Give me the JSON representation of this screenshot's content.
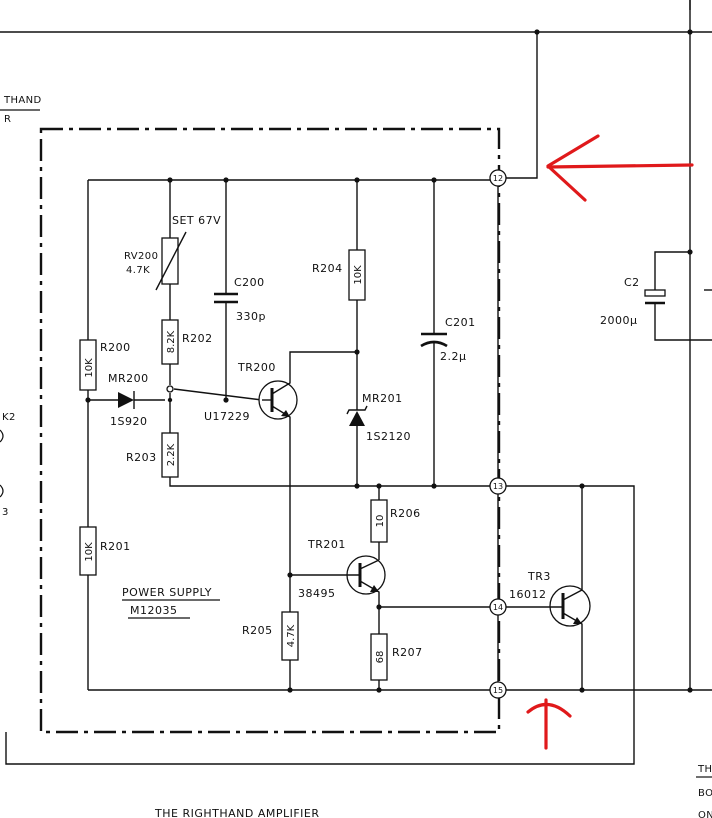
{
  "diagram": {
    "caption": "THE RIGHTHAND AMPLIFIER",
    "block_label": [
      "POWER SUPPLY",
      "M12035"
    ],
    "left_margin_text": [
      "THAND",
      "R",
      "K2",
      "3"
    ],
    "right_margin_text": [
      "TH",
      "BO",
      "ON"
    ],
    "set_note": "SET 67V",
    "terminals": [
      "12",
      "13",
      "14",
      "15"
    ],
    "components": {
      "rv200": {
        "ref": "RV200",
        "value": "4.7K"
      },
      "r200": {
        "ref": "R200",
        "value": "10K"
      },
      "r201": {
        "ref": "R201",
        "value": "10K"
      },
      "r202": {
        "ref": "R202",
        "value": "8.2K"
      },
      "r203": {
        "ref": "R203",
        "value": "2.2K"
      },
      "r204": {
        "ref": "R204",
        "value": "10K"
      },
      "r205": {
        "ref": "R205",
        "value": "4.7K"
      },
      "r206": {
        "ref": "R206",
        "value": "10"
      },
      "r207": {
        "ref": "R207",
        "value": "68"
      },
      "c200": {
        "ref": "C200",
        "value": "330p"
      },
      "c201": {
        "ref": "C201",
        "value": "2.2µ"
      },
      "c2": {
        "ref": "C2",
        "value": "2000µ"
      },
      "mr200": {
        "ref": "MR200",
        "value": "1S920"
      },
      "mr201": {
        "ref": "MR201",
        "value": "1S2120"
      },
      "tr200": {
        "ref": "TR200",
        "value": "U17229"
      },
      "tr201": {
        "ref": "TR201",
        "value": "38495"
      },
      "tr3": {
        "ref": "TR3",
        "value": "16012"
      }
    },
    "annotation_color": "#e0191b"
  }
}
